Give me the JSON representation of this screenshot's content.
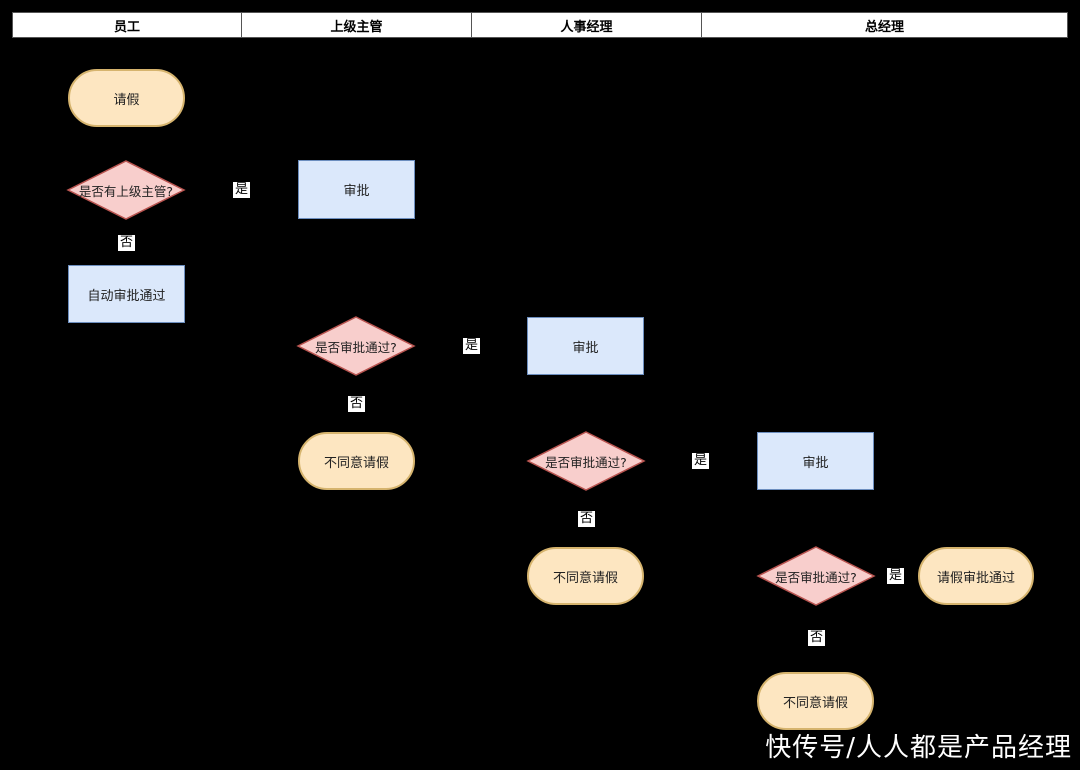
{
  "lanes": [
    "员工",
    "上级主管",
    "人事经理",
    "总经理"
  ],
  "nodes": {
    "leave_request": "请假",
    "has_supervisor": "是否有上级主管?",
    "auto_approve": "自动审批通过",
    "supervisor_approve": "审批",
    "supervisor_decision": "是否审批通过?",
    "supervisor_reject": "不同意请假",
    "hr_approve": "审批",
    "hr_decision": "是否审批通过?",
    "hr_reject": "不同意请假",
    "gm_approve": "审批",
    "gm_decision": "是否审批通过?",
    "gm_accept": "请假审批通过",
    "gm_reject": "不同意请假"
  },
  "edge_labels": {
    "yes": "是",
    "no": "否"
  },
  "colors": {
    "terminal_fill": "#fde6c1",
    "terminal_border": "#d6b46e",
    "process_fill": "#dbe8fb",
    "process_border": "#6c8ebf",
    "decision_fill": "#f8cecc",
    "decision_border": "#b85450"
  },
  "watermark": "快传号/人人都是产品经理"
}
